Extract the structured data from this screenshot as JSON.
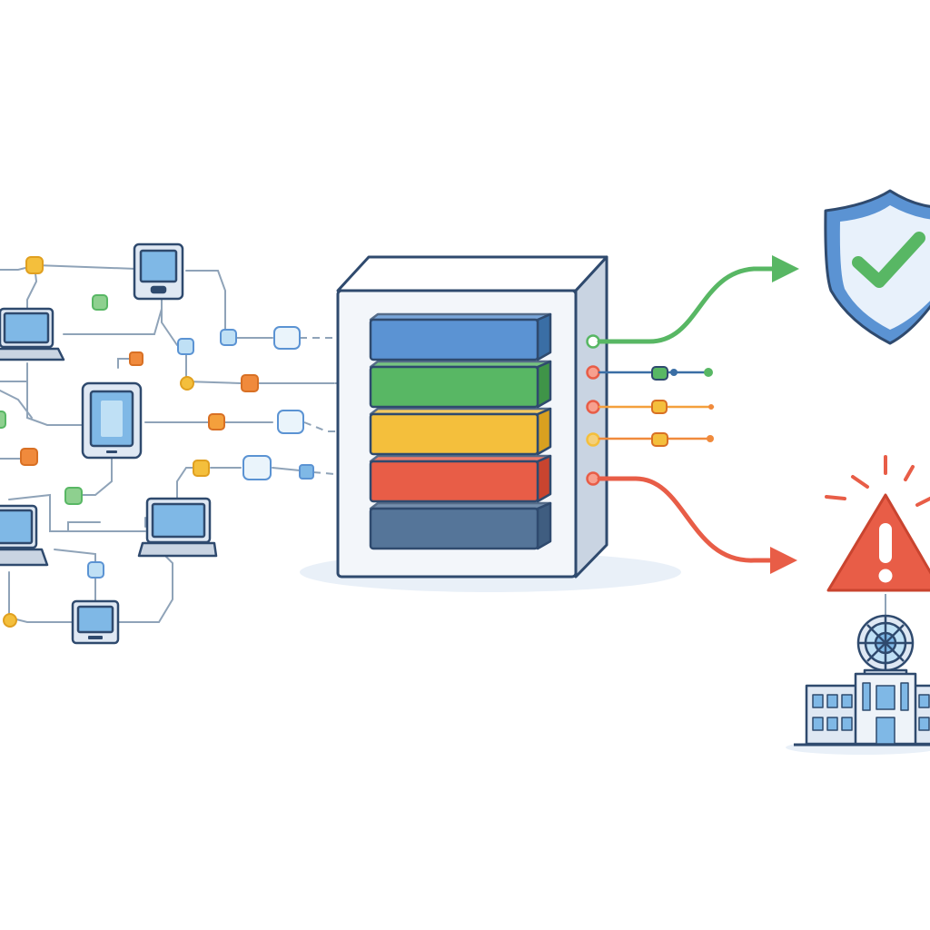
{
  "colors": {
    "background": "#ffffff",
    "line": "#8fa3b8",
    "outline": "#2f4a6e",
    "device_screen": "#7fb8e6",
    "device_body": "#dfe8f3",
    "server_body": "#f3f6fa",
    "server_side": "#c9d4e2",
    "blue": "#5b93d3",
    "green": "#58b764",
    "yellow": "#f4bf3c",
    "red": "#e85d47",
    "navy": "#557599",
    "orange": "#f08a3c",
    "shield": "#5b93d3",
    "building": "#dfe8f3"
  },
  "network": {
    "devices": [
      {
        "type": "laptop-icon"
      },
      {
        "type": "monitor-icon"
      },
      {
        "type": "tablet-icon"
      },
      {
        "type": "laptop-icon"
      },
      {
        "type": "laptop-icon"
      },
      {
        "type": "monitor-icon"
      }
    ]
  },
  "server": {
    "layers": [
      {
        "color": "blue"
      },
      {
        "color": "green"
      },
      {
        "color": "yellow"
      },
      {
        "color": "red"
      },
      {
        "color": "navy"
      }
    ],
    "ports": [
      "green",
      "red",
      "red",
      "orange",
      "red"
    ]
  },
  "outcomes": [
    {
      "icon": "shield-check-icon",
      "color": "green"
    },
    {
      "icon": "warning-triangle-icon",
      "color": "red"
    },
    {
      "icon": "government-building-icon",
      "color": "blue"
    }
  ]
}
